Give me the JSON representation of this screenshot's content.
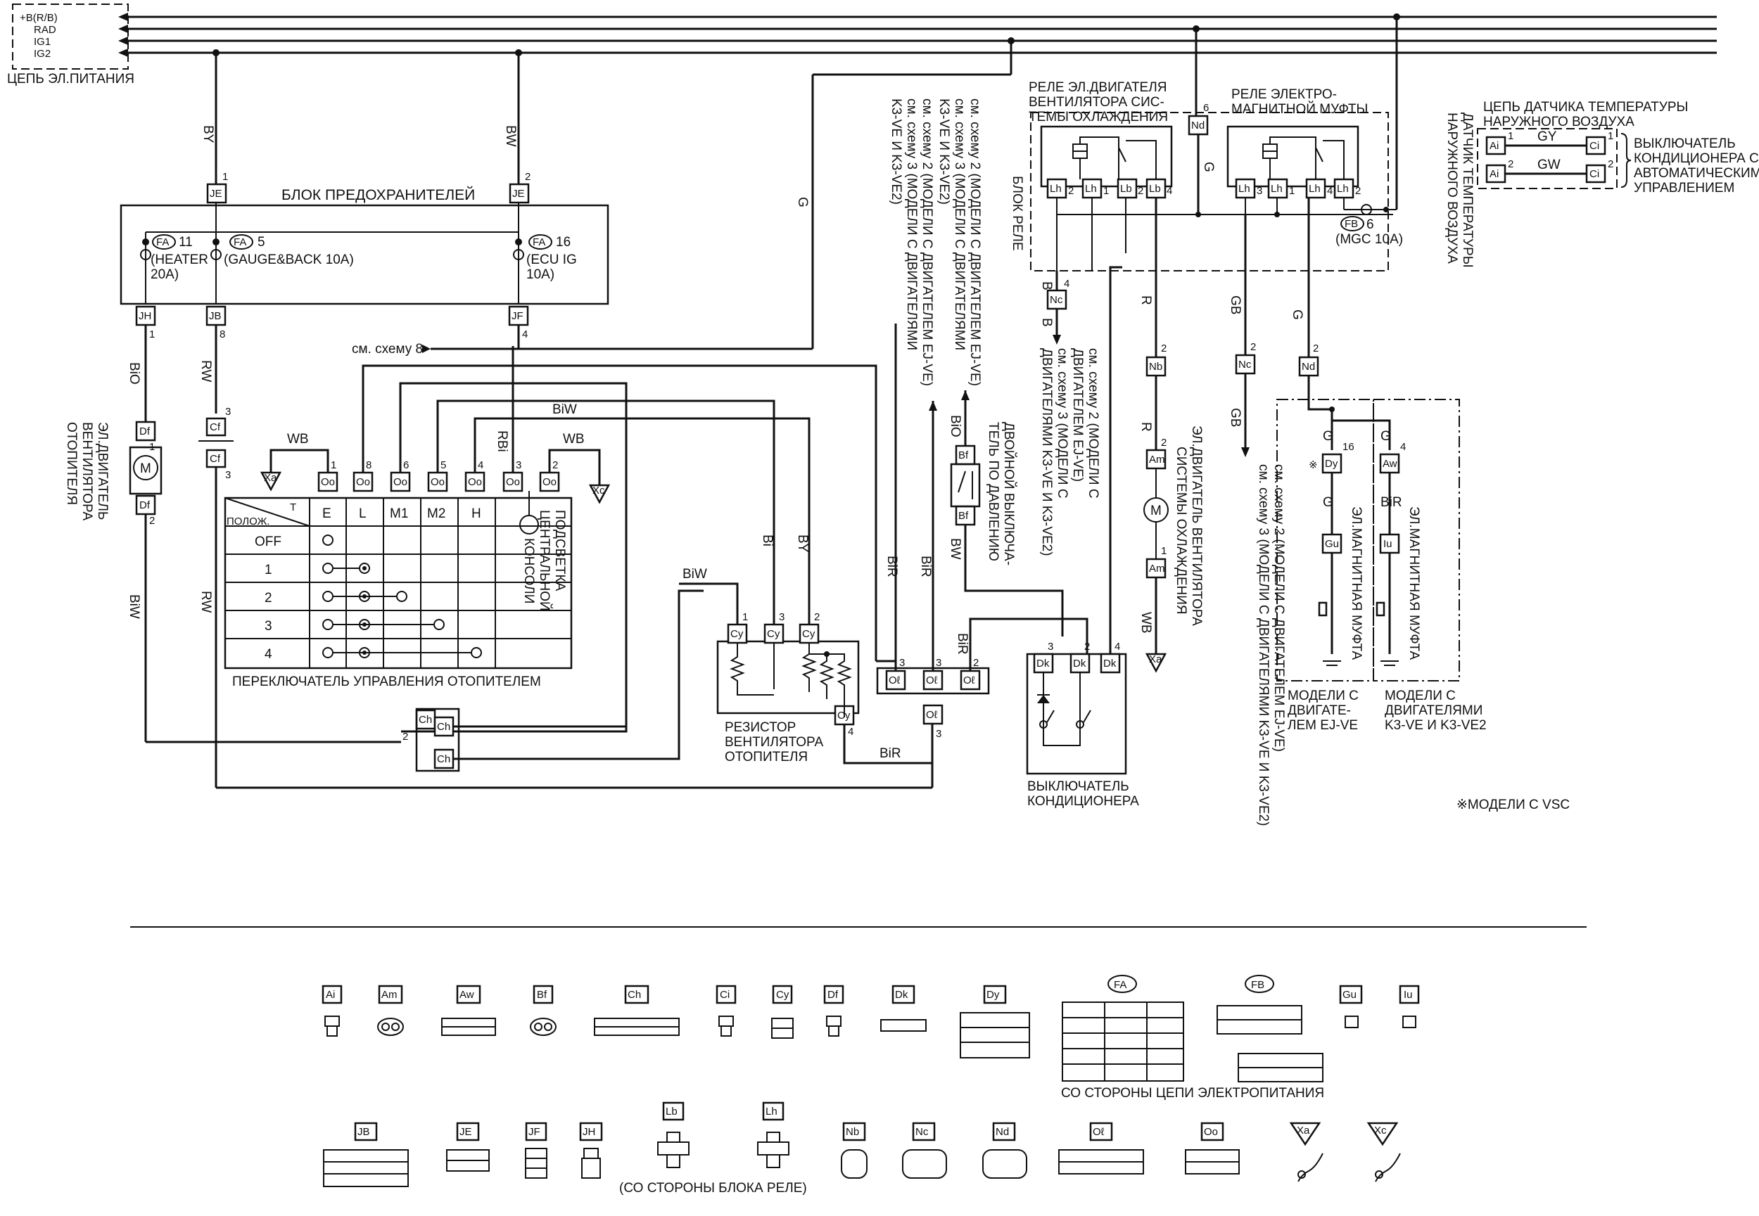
{
  "power": {
    "lines": [
      "+B(R/B)",
      "RAD",
      "IG1",
      "IG2"
    ],
    "caption": "ЦЕПЬ ЭЛ.ПИТАНИЯ"
  },
  "fuse_block": {
    "title": "БЛОК ПРЕДОХРАНИТЕЛЕЙ",
    "fa_badge": "FA",
    "fuse_heater_no": "11",
    "fuse_heater": [
      "(HEATER",
      "20A)"
    ],
    "fuse_gauge_no": "5",
    "fuse_gauge": "(GAUGE&BACK 10A)",
    "fuse_ecu_no": "16",
    "fuse_ecu": [
      "(ECU IG",
      "10A)"
    ]
  },
  "wires": {
    "by": "BY",
    "bw": "BW",
    "g": "G",
    "bio": "BiO",
    "rw": "RW",
    "biw": "BiW",
    "wb": "WB",
    "rbi": "RBi",
    "bi": "Bi",
    "bir": "BiR",
    "b": "B",
    "r": "R",
    "gb": "GB",
    "gy": "GY",
    "gw": "GW"
  },
  "connectors": {
    "je": "JE",
    "jb": "JB",
    "jf": "JF",
    "jh": "JH",
    "df": "Df",
    "cf": "Cf",
    "oo": "Oo",
    "cy": "Cy",
    "ol": "Oℓ",
    "dk": "Dk",
    "ch": "Ch",
    "bf": "Bf",
    "nc": "Nc",
    "nb": "Nb",
    "nd": "Nd",
    "am": "Am",
    "lh": "Lh",
    "lb": "Lb",
    "ai": "Ai",
    "ci": "Ci",
    "dy": "Dy",
    "gu": "Gu",
    "aw": "Aw",
    "iu": "Iu",
    "xa": "Xa",
    "xc": "Xc"
  },
  "labels": {
    "ref_scheme8": "см. схему 8",
    "blower_motor": [
      "ЭЛ.ДВИГАТЕЛЬ",
      "ВЕНТИЛЯТОРА",
      "ОТОПИТЕЛЯ"
    ],
    "console_light": [
      "ПОДСВЕТКА",
      "ЦЕНТРАЛЬНОЙ",
      "КОНСОЛИ"
    ],
    "heater_switch": "ПЕРЕКЛЮЧАТЕЛЬ УПРАВЛЕНИЯ ОТОПИТЕЛЕМ",
    "resistor": [
      "РЕЗИСТОР",
      "ВЕНТИЛЯТОРА",
      "ОТОПИТЕЛЯ"
    ],
    "ac_switch": [
      "ВЫКЛЮЧАТЕЛЬ",
      "КОНДИЦИОНЕРА"
    ],
    "pressure_switch": [
      "ДВОЙНОЙ ВЫКЛЮЧА-",
      "ТЕЛЬ ПО ДАВЛЕНИЮ"
    ],
    "fan_relay": [
      "РЕЛЕ ЭЛ.ДВИГАТЕЛЯ",
      "ВЕНТИЛЯТОРА СИС-",
      "ТЕМЫ ОХЛАЖДЕНИЯ"
    ],
    "clutch_relay": [
      "РЕЛЕ ЭЛЕКТРО-",
      "МАГНИТНОЙ МУФТЫ"
    ],
    "relay_block": "БЛОК РЕЛЕ",
    "fb_badge": "FB",
    "fb_fuse_no": "6",
    "fb_fuse": "(MGC 10A)",
    "ref_mid": [
      "см. схему 2 (МОДЕЛИ С ДВИГАТЕЛЕМ EJ-VE)",
      "см. схему 3 (МОДЕЛИ С ДВИГАТЕЛЯМИ",
      "K3-VE И K3-VE2)"
    ],
    "ref_top": [
      "см. схему 2 (МОДЕЛИ С ДВИГАТЕЛЕМ EJ-VE)",
      "см. схему 3 (МОДЕЛИ С ДВИГАТЕЛЯМИ",
      "K3-VE И K3-VE2)"
    ],
    "ref_b": [
      "см. схему 2 (МОДЕЛИ С",
      "ДВИГАТЕЛЕМ EJ-VE)",
      "см. схему 3 (МОДЕЛИ С",
      "ДВИГАТЕЛЯМИ K3-VE И K3-VE2)"
    ],
    "ref_gb": [
      "см. схему 2 (МОДЕЛИ С ДВИГАТЕЛЕМ EJ-VE)",
      "см. схему 3 (МОДЕЛИ С ДВИГАТЕЛЯМИ K3-VE И K3-VE2)"
    ],
    "cooling_fan": [
      "ЭЛ.ДВИГАТЕЛЬ ВЕНТИЛЯТОРА",
      "СИСТЕМЫ ОХЛАЖДЕНИЯ"
    ],
    "magnetic_clutch": "ЭЛ.МАГНИТНАЯ МУФТА",
    "models_ej": [
      "МОДЕЛИ С",
      "ДВИГАТЕ-",
      "ЛЕМ EJ-VE"
    ],
    "models_k3": [
      "МОДЕЛИ С",
      "ДВИГАТЕЛЯМИ",
      "K3-VE И K3-VE2"
    ],
    "vsc_note": "※МОДЕЛИ С VSC",
    "ambient_circuit": [
      "ЦЕПЬ ДАТЧИКА ТЕМПЕРАТУРЫ",
      "НАРУЖНОГО ВОЗДУХА"
    ],
    "ac_auto_switch": [
      "ВЫКЛЮЧАТЕЛЬ",
      "КОНДИЦИОНЕРА С",
      "АВТОМАТИЧЕСКИМ",
      "УПРАВЛЕНИЕМ"
    ],
    "ambient_sensor": [
      "ДАТЧИК ТЕМПЕРАТУРЫ",
      "НАРУЖНОГО ВОЗДУХА"
    ],
    "fa_side": "СО СТОРОНЫ ЦЕПИ ЭЛЕКТРОПИТАНИЯ",
    "relay_side": "(СО СТОРОНЫ БЛОКА РЕЛЕ)"
  },
  "switch_table": {
    "corner_t": "T",
    "corner_pos": "ПОЛОЖ.",
    "columns": [
      "E",
      "L",
      "M1",
      "M2",
      "H"
    ],
    "rows": [
      "OFF",
      "1",
      "2",
      "3",
      "4"
    ],
    "pins": [
      "1",
      "8",
      "6",
      "5",
      "4",
      "3",
      "2"
    ]
  },
  "connector_legend": {
    "row1": [
      "Ai",
      "Am",
      "Aw",
      "Bf",
      "Ch",
      "Ci",
      "Cy",
      "Df",
      "Dk",
      "Dy",
      "FA",
      "FB",
      "Gu",
      "Iu"
    ],
    "row2": [
      "JB",
      "JE",
      "JF",
      "JH",
      "Lb",
      "Lh",
      "Nb",
      "Nc",
      "Nd",
      "Oℓ",
      "Oo",
      "Xa",
      "Xc"
    ]
  }
}
